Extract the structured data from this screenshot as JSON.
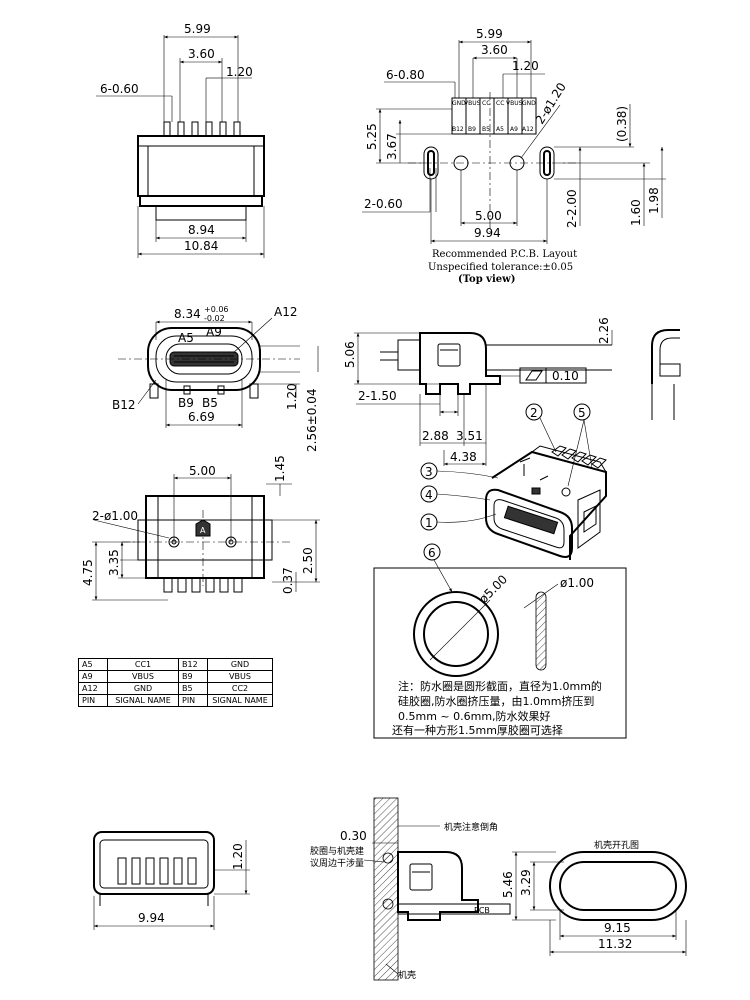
{
  "top_view": {
    "dim_overall_pitch": "5.99",
    "dim_inner_pitch": "3.60",
    "dim_pin_pitch": "1.20",
    "dim_pin_width": "6-0.60",
    "dim_body_width": "8.94",
    "dim_flange_width": "10.84"
  },
  "pcb_layout": {
    "dim_overall_pitch": "5.99",
    "dim_inner_pitch": "3.60",
    "dim_pin_pitch": "1.20",
    "dim_pad_width": "6-0.80",
    "dim_hole_dia": "2-ø1.20",
    "dim_pad_row_to_holes": "5.25",
    "dim_pad_to_slot": "3.67",
    "dim_slot_offset": "(0.38)",
    "dim_slot_width": "2-0.60",
    "dim_hole_pitch": "5.00",
    "dim_slot_pitch": "9.94",
    "dim_slot_length": "2-2.00",
    "dim_slot_half": "1.60",
    "dim_slot_total": "1.98",
    "pad_top_labels": [
      "GND",
      "VBUS",
      "CC",
      "CC",
      "VBUS",
      "GND"
    ],
    "pad_bottom_labels": [
      "B12",
      "B9",
      "B5",
      "A5",
      "A9",
      "A12"
    ],
    "caption_layout": "Recommended P.C.B. Layout",
    "caption_tolerance": "Unspecified tolerance:±0.05",
    "caption_view": "(Top view)"
  },
  "front_view": {
    "dim_opening_width": "8.34",
    "tol_plus": "+0.06",
    "tol_minus": "-0.02",
    "label_a12": "A12",
    "label_a5": "A5",
    "label_a9": "A9",
    "label_b12": "B12",
    "label_b9": "B9",
    "label_b5": "B5",
    "dim_inner_width": "6.69",
    "dim_pin_height": "1.20",
    "dim_opening_height": "2.56±0.04"
  },
  "side_view": {
    "dim_height": "5.06",
    "dim_shell_step": "2.26",
    "dim_flatness": "0.10",
    "dim_leg_width": "2-1.50",
    "dim_leg_offset_a": "2.88",
    "dim_leg_offset_b": "3.51",
    "dim_leg_span": "4.38"
  },
  "bottom_view": {
    "dim_hole_pitch": "5.00",
    "dim_top_offset": "1.45",
    "dim_hole_dia": "2-ø1.00",
    "dim_left_total": "4.75",
    "dim_left_inner": "3.35",
    "dim_right_total": "2.50",
    "dim_right_inner": "0.37",
    "marker": "A"
  },
  "iso_view": {
    "callouts": [
      "1",
      "2",
      "3",
      "4",
      "5"
    ]
  },
  "pin_table": {
    "rows": [
      [
        "A5",
        "CC1",
        "B12",
        "GND"
      ],
      [
        "A9",
        "VBUS",
        "B9",
        "VBUS"
      ],
      [
        "A12",
        "GND",
        "B5",
        "CC2"
      ],
      [
        "PIN",
        "SIGNAL NAME",
        "PIN",
        "SIGNAL NAME"
      ]
    ]
  },
  "gasket_box": {
    "callout": "6",
    "dim_outer": "ø5.00",
    "dim_section": "ø1.00",
    "note_line1": "注：防水圈是圆形截面，直径为1.0mm的",
    "note_line2": "硅胶圈,防水圈挤压量，由1.0mm挤压到",
    "note_line3": "0.5mm ~ 0.6mm,防水效果好",
    "note_line4": "还有一种方形1.5mm厚胶圈可选择"
  },
  "rear_view": {
    "dim_width": "9.94",
    "dim_height": "1.20"
  },
  "assembly_view": {
    "dim_gap": "0.30",
    "label_chamfer": "机壳注意倒角",
    "label_interference_1": "胶圈与机壳建",
    "label_interference_2": "议周边干涉量",
    "label_pcb": "PCB",
    "label_housing": "机壳"
  },
  "panel_cutout": {
    "title": "机壳开孔图",
    "dim_outer_height": "5.46",
    "dim_inner_height": "3.29",
    "dim_inner_width": "9.15",
    "dim_outer_width": "11.32"
  }
}
